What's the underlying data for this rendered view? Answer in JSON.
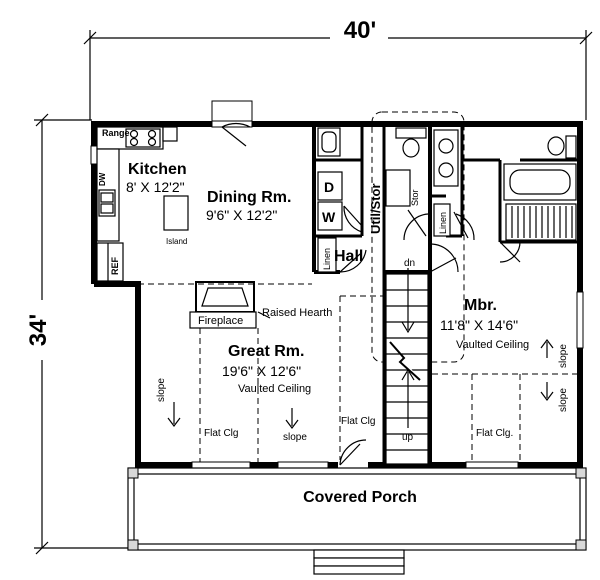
{
  "plan": {
    "dimensions": {
      "width": "40'",
      "depth": "34'"
    },
    "rooms": {
      "kitchen": {
        "name": "Kitchen",
        "size": "8' X 12'2\""
      },
      "dining": {
        "name": "Dining Rm.",
        "size": "9'6\" X 12'2\""
      },
      "great_room": {
        "name": "Great Rm.",
        "size": "19'6\" X 12'6\"",
        "ceiling": "Vaulted Ceiling"
      },
      "master": {
        "name": "Mbr.",
        "size": "11'8\" X 14'6\"",
        "ceiling": "Vaulted Ceiling"
      },
      "hall": {
        "name": "Hall"
      },
      "porch": {
        "name": "Covered Porch"
      }
    },
    "fixtures": {
      "range": "Range",
      "dw": "DW",
      "ref": "REF",
      "island": "Island",
      "dryer": "D",
      "washer": "W",
      "util_stor": "Util/Stor",
      "stor": "Stor",
      "linen": "Linen",
      "fireplace": "Fireplace",
      "raised_hearth": "Raised Hearth"
    },
    "notes": {
      "slope": "slope",
      "flat_clg": "Flat Clg",
      "flat_clg_dot": "Flat Clg.",
      "dn": "dn",
      "up": "up"
    }
  }
}
